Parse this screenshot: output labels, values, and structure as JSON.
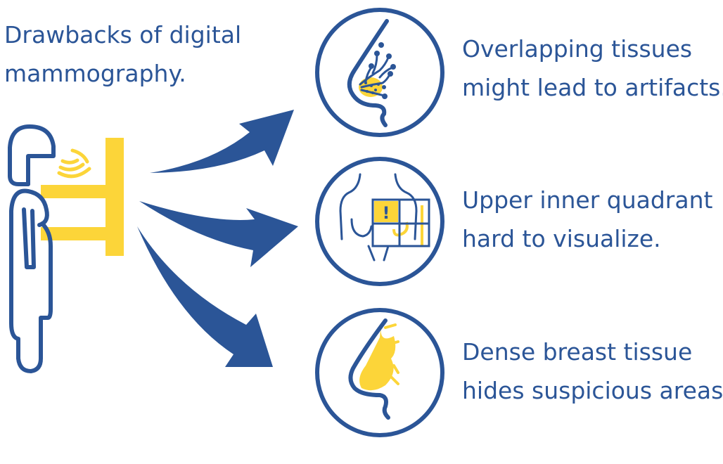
{
  "title": {
    "line1": "Drawbacks of digital",
    "line2": "mammography."
  },
  "drawbacks": [
    {
      "line1": "Overlapping tissues",
      "line2": "might lead to artifacts.",
      "icon": "overlapping-tissue-icon"
    },
    {
      "line1": "Upper inner quadrant",
      "line2": "hard to visualize.",
      "icon": "upper-inner-quadrant-icon"
    },
    {
      "line1": "Dense breast tissue",
      "line2": "hides suspicious areas.",
      "icon": "dense-breast-tissue-icon"
    }
  ],
  "quadrant_warning": "!",
  "colors": {
    "primary": "#2b5597",
    "accent": "#fcd539"
  }
}
